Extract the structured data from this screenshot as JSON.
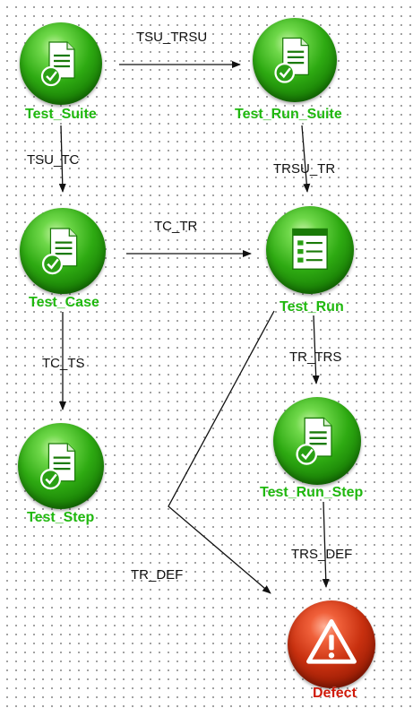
{
  "nodes": {
    "test_suite": "Test_Suite",
    "test_run_suite": "Test_Run_Suite",
    "test_case": "Test_Case",
    "test_run": "Test_Run",
    "test_step": "Test_Step",
    "test_run_step": "Test_Run_Step",
    "defect": "Defect"
  },
  "edges": {
    "tsu_trsu": "TSU_TRSU",
    "tsu_tc": "TSU_TC",
    "trsu_tr": "TRSU_TR",
    "tc_tr": "TC_TR",
    "tr_trs": "TR_TRS",
    "tc_ts": "TC_TS",
    "trs_def": "TRS_DEF",
    "tr_def": "TR_DEF"
  },
  "colors": {
    "node_label": "#1fb80e",
    "defect_label": "#d01a0a",
    "orb_green": "#2eaa12",
    "orb_red": "#c8300f",
    "edge": "#111111"
  },
  "icons": {
    "entity": "document-check-icon",
    "run": "list-window-icon",
    "defect": "warning-icon"
  }
}
